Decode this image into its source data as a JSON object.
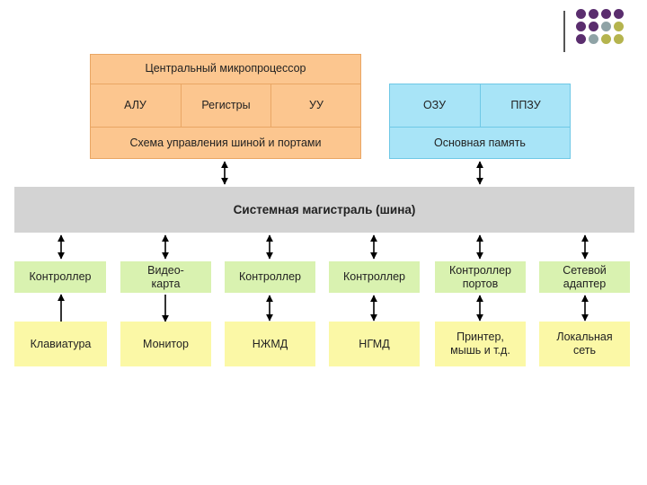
{
  "decor": {
    "dot_colors": [
      "#5a2d6e",
      "#5a2d6e",
      "#5a2d6e",
      "#5a2d6e",
      "#5a2d6e",
      "#5a2d6e",
      "#8fa3a6",
      "#b5b44e",
      "#5a2d6e",
      "#8fa3a6",
      "#b5b44e",
      "#b5b44e"
    ]
  },
  "cpu": {
    "title": "Центральный микропроцессор",
    "alu": "АЛУ",
    "registers": "Регистры",
    "control_unit": "УУ",
    "bus_control": "Схема управления шиной и портами"
  },
  "memory": {
    "ram": "ОЗУ",
    "rom": "ППЗУ",
    "main": "Основная память"
  },
  "bus": {
    "label": "Системная магистраль (шина)"
  },
  "controllers": [
    "Контроллер",
    "Видео-\nкарта",
    "Контроллер",
    "Контроллер",
    "Контроллер\nпортов",
    "Сетевой\nадаптер"
  ],
  "devices": [
    "Клавиатура",
    "Монитор",
    "НЖМД",
    "НГМД",
    "Принтер,\nмышь и т.д.",
    "Локальная\nсеть"
  ],
  "colors": {
    "cpu_fill": "#fcc68f",
    "memory_fill": "#a8e4f7",
    "bus_fill": "#d3d3d3",
    "controller_fill": "#d9f2b0",
    "device_fill": "#fbf8a6"
  }
}
